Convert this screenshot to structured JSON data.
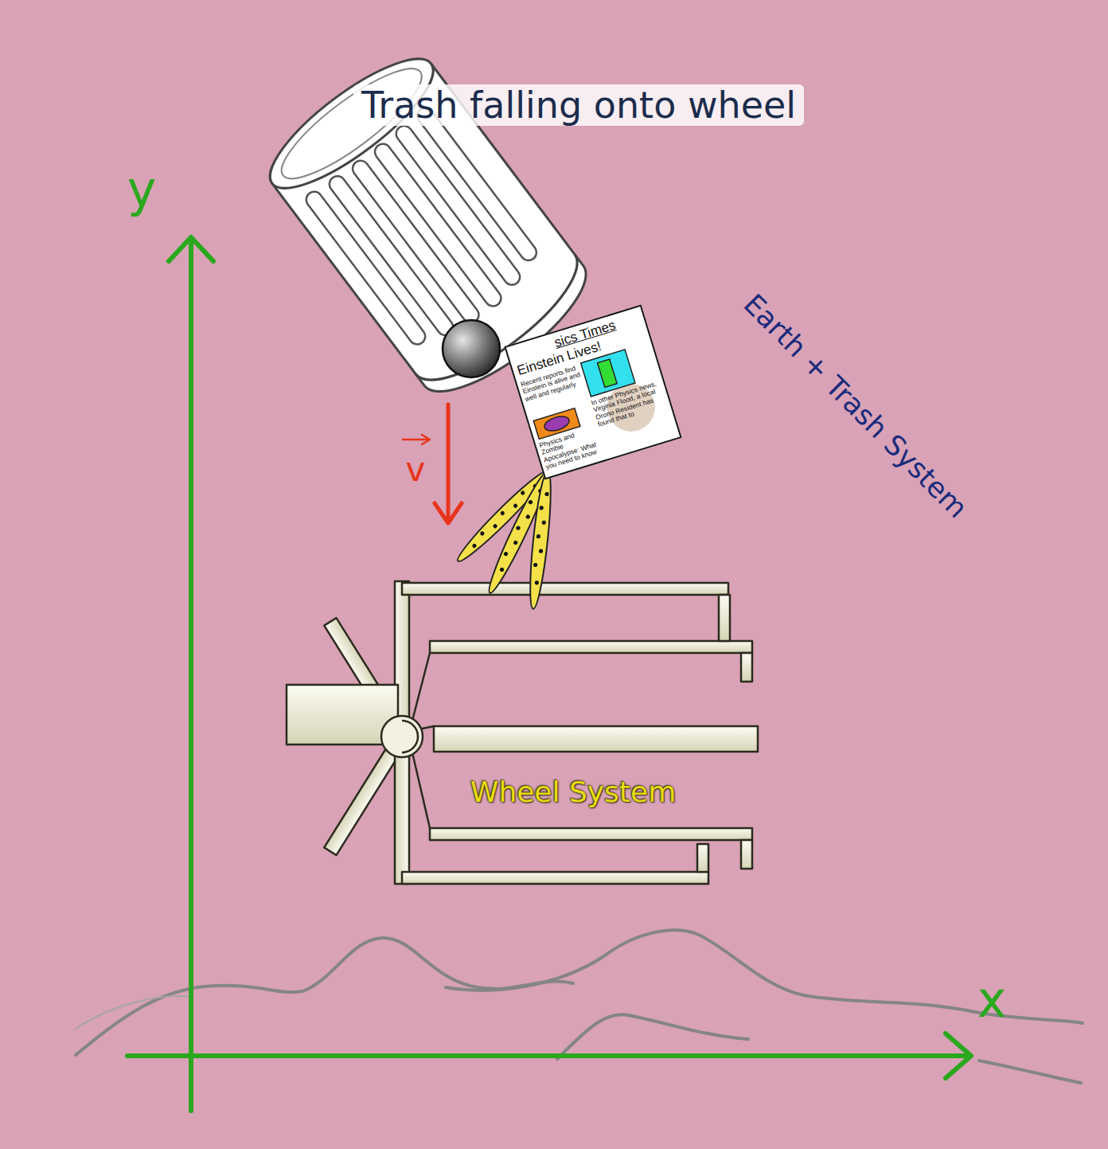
{
  "diagram": {
    "title": "Trash falling onto wheel",
    "nodes": [
      {
        "text": [
          "Earth + Trash System"
        ]
      },
      {
        "text": [
          "sics Times",
          "Einstein Lives!",
          "Recent reports find Einstein is alive and well and regularly",
          "In other Physics news, Virginia Flood, a local Orono Resident has found that to",
          "Physics and Zombie Apocalypse: What you need to know"
        ],
        "in": 0
      },
      {
        "text": [
          "Wheel System"
        ],
        "in": 0
      }
    ],
    "labels": [
      "y",
      "v",
      "x"
    ]
  }
}
